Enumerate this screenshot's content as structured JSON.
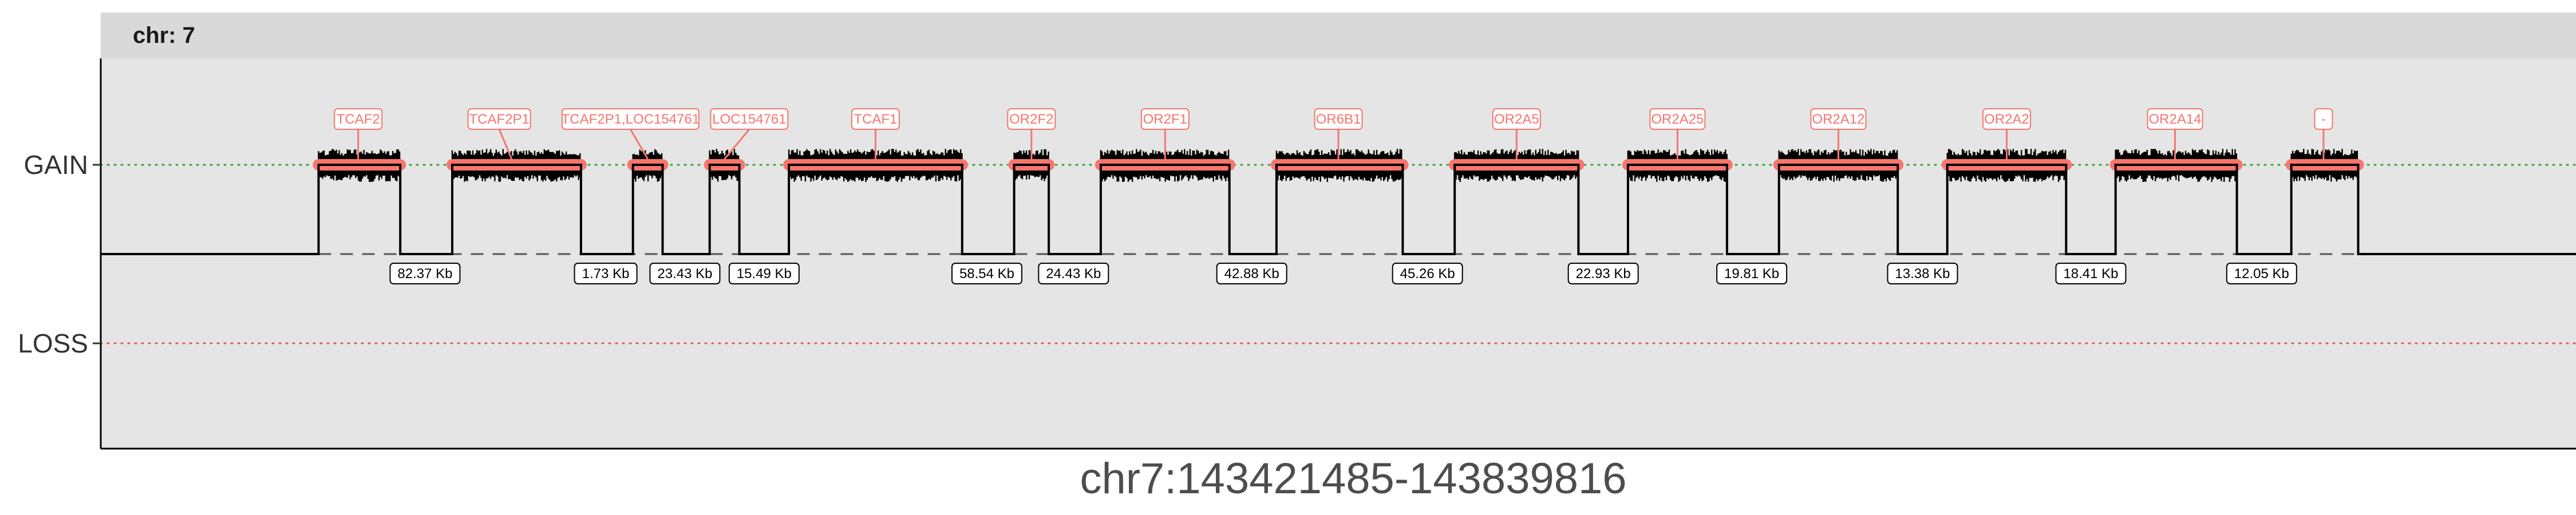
{
  "chart_data": {
    "type": "copy-number-segment",
    "facet_label": "chr: 7",
    "xlabel": "chr7:143421485-143839816",
    "y_categories": [
      "GAIN",
      "LOSS"
    ],
    "xlim": [
      0,
      1000
    ],
    "colors": {
      "panel_background": "#e5e5e5",
      "strip_background": "#d9d9d9",
      "gain_guide": "#2ca02c",
      "loss_guide": "#e05555",
      "gene": "#f8766d",
      "probes": "#000000",
      "state_line": "#000000"
    },
    "segments": [
      {
        "start": 88,
        "end": 121,
        "gene": "TCAF2"
      },
      {
        "start": 142,
        "end": 194,
        "gene": "TCAF2P1"
      },
      {
        "start": 215,
        "end": 227,
        "gene": "TCAF2P1,LOC154761"
      },
      {
        "start": 246,
        "end": 258,
        "gene": "LOC154761"
      },
      {
        "start": 278,
        "end": 348,
        "gene": "TCAF1"
      },
      {
        "start": 369,
        "end": 383,
        "gene": "OR2F2"
      },
      {
        "start": 404,
        "end": 456,
        "gene": "OR2F1"
      },
      {
        "start": 475,
        "end": 526,
        "gene": "OR6B1"
      },
      {
        "start": 547,
        "end": 597,
        "gene": "OR2A5"
      },
      {
        "start": 617,
        "end": 657,
        "gene": "OR2A25"
      },
      {
        "start": 678,
        "end": 726,
        "gene": "OR2A12"
      },
      {
        "start": 746,
        "end": 794,
        "gene": "OR2A2"
      },
      {
        "start": 814,
        "end": 863,
        "gene": "OR2A14"
      },
      {
        "start": 885,
        "end": 912,
        "gene": "-"
      }
    ],
    "gene_labels": [
      {
        "text": "TCAF2",
        "x": 104,
        "pointer": 104
      },
      {
        "text": "TCAF2P1",
        "x": 161,
        "pointer": 166
      },
      {
        "text": "TCAF2P1,LOC154761",
        "x": 214,
        "pointer": 221
      },
      {
        "text": "LOC154761",
        "x": 262,
        "pointer": 252
      },
      {
        "text": "TCAF1",
        "x": 313,
        "pointer": 313
      },
      {
        "text": "OR2F2",
        "x": 376,
        "pointer": 376
      },
      {
        "text": "OR2F1",
        "x": 430,
        "pointer": 430
      },
      {
        "text": "OR6B1",
        "x": 500,
        "pointer": 500
      },
      {
        "text": "OR2A5",
        "x": 572,
        "pointer": 572
      },
      {
        "text": "OR2A25",
        "x": 637,
        "pointer": 637
      },
      {
        "text": "OR2A12",
        "x": 702,
        "pointer": 702
      },
      {
        "text": "OR2A2",
        "x": 770,
        "pointer": 770
      },
      {
        "text": "OR2A14",
        "x": 838,
        "pointer": 838
      },
      {
        "text": "-",
        "x": 898,
        "pointer": 898
      }
    ],
    "gap_labels": [
      {
        "text": "82.37 Kb",
        "x": 131
      },
      {
        "text": "1.73 Kb",
        "x": 204
      },
      {
        "text": "23.43 Kb",
        "x": 236
      },
      {
        "text": "15.49 Kb",
        "x": 268
      },
      {
        "text": "58.54 Kb",
        "x": 358
      },
      {
        "text": "24.43 Kb",
        "x": 393
      },
      {
        "text": "42.88 Kb",
        "x": 465
      },
      {
        "text": "45.26 Kb",
        "x": 536
      },
      {
        "text": "22.93 Kb",
        "x": 607
      },
      {
        "text": "19.81 Kb",
        "x": 667
      },
      {
        "text": "13.38 Kb",
        "x": 736
      },
      {
        "text": "18.41 Kb",
        "x": 804
      },
      {
        "text": "12.05 Kb",
        "x": 873
      }
    ]
  }
}
